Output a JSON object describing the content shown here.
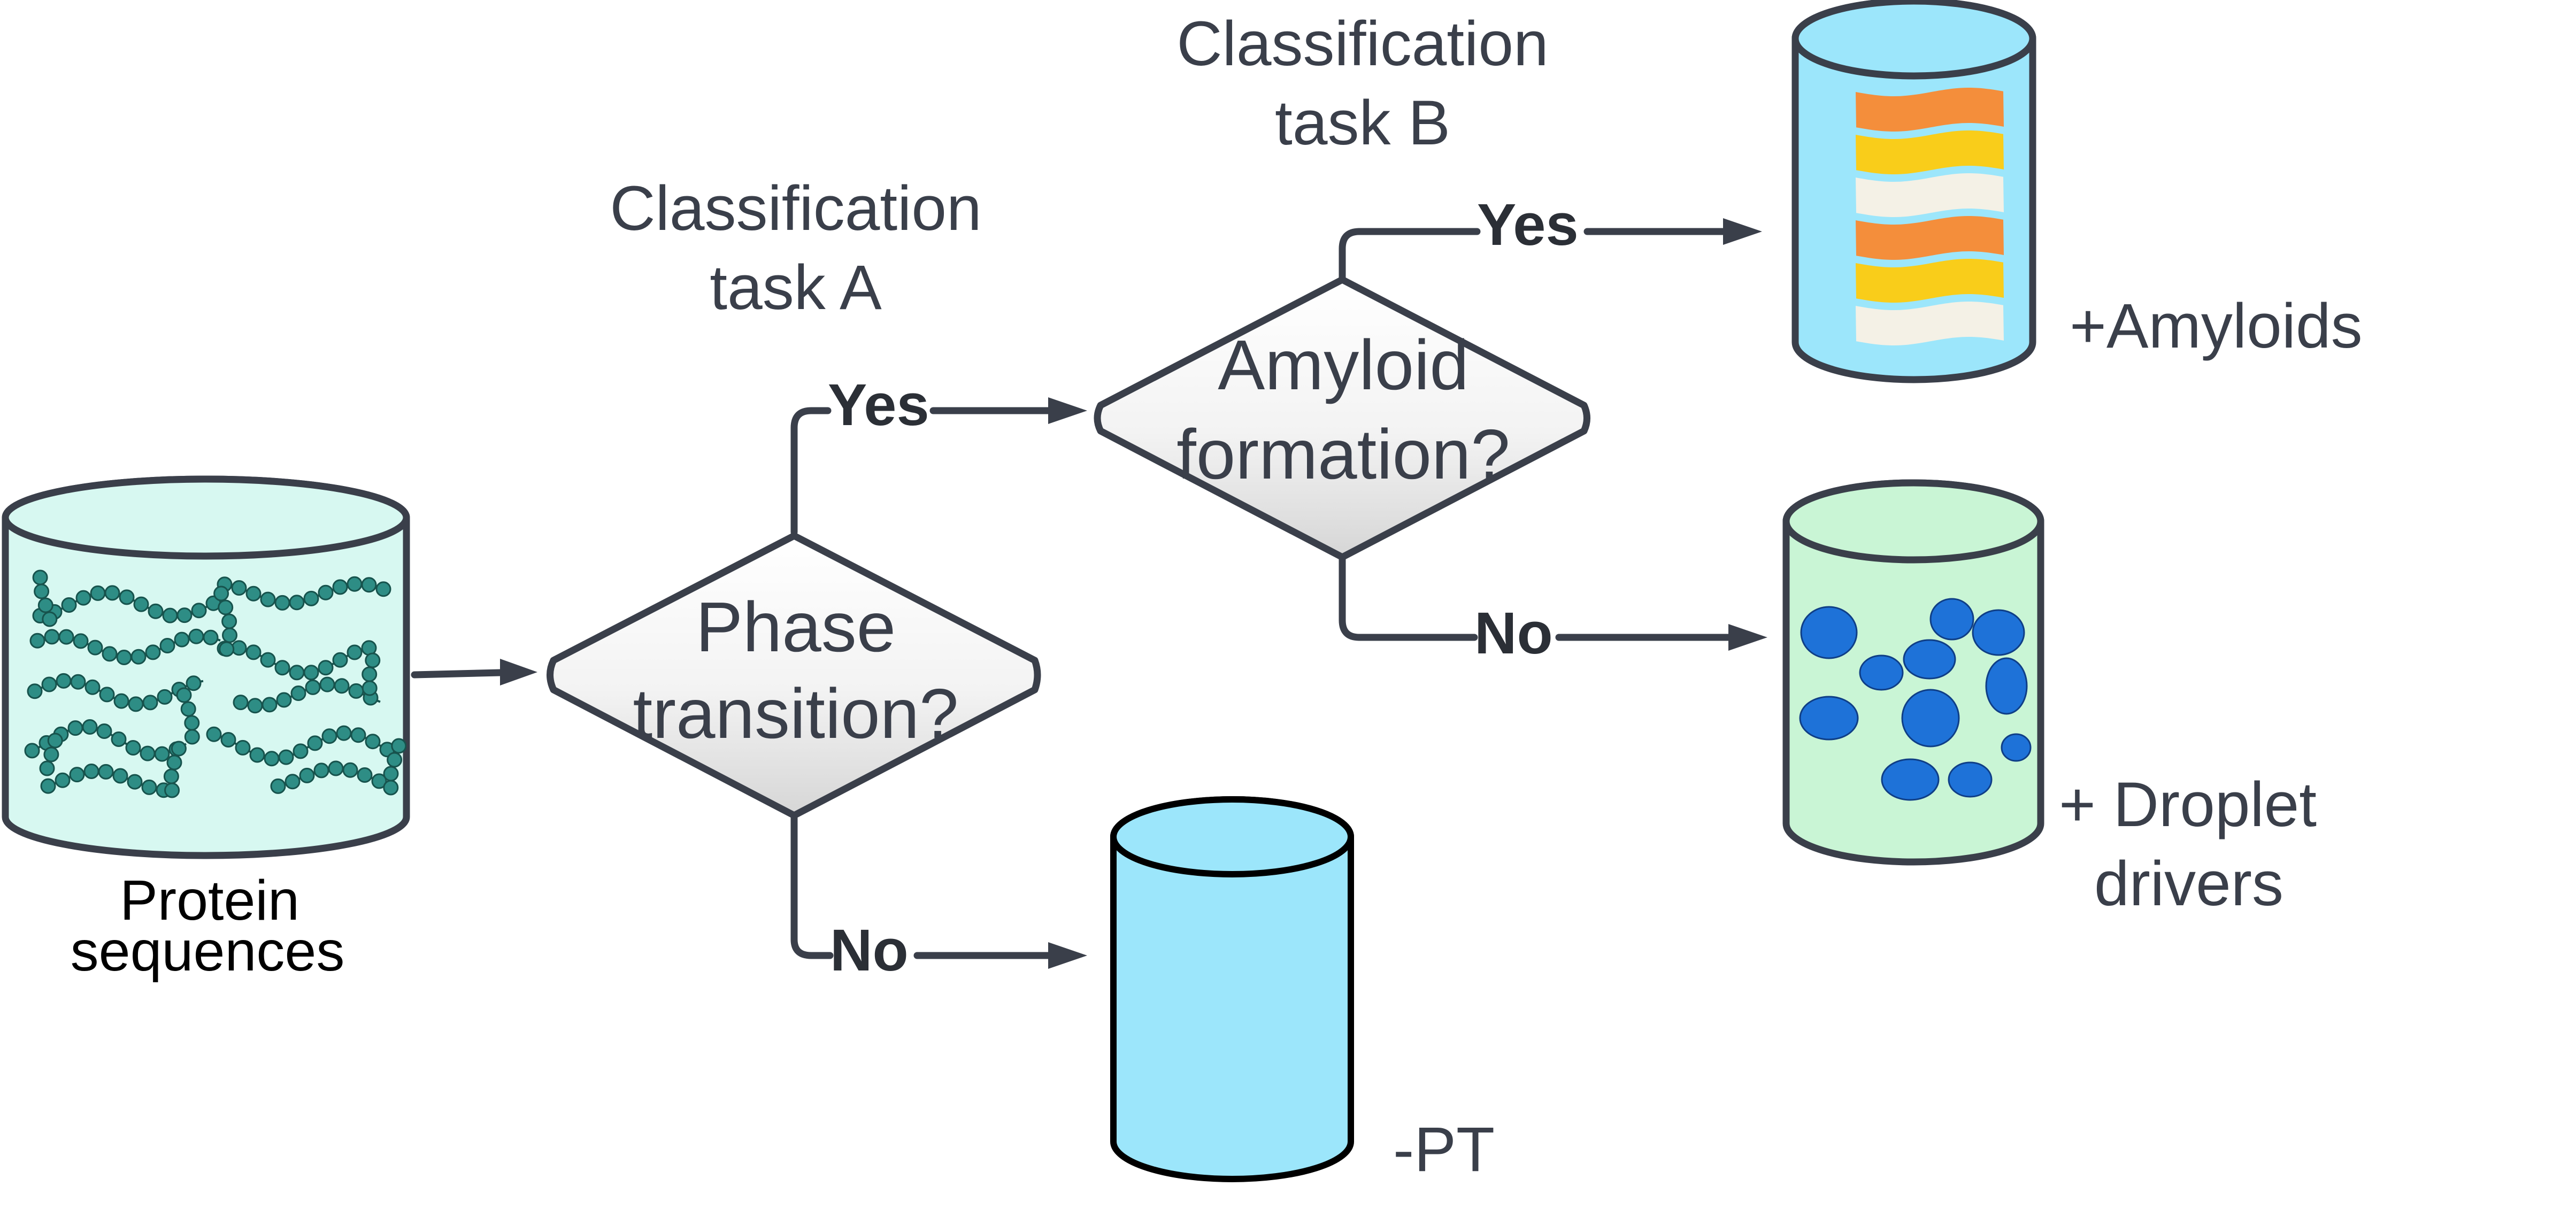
{
  "diagram": {
    "colors": {
      "line": "#3a3f4a",
      "text": "#3a3f4a",
      "cyl_protein": "#d7f8f1",
      "cyl_cyan": "#9ce6fb",
      "cyl_green": "#c9f5d5",
      "bead": "#2e8d85",
      "bead_edge": "#17534d",
      "droplet": "#1e72d8",
      "band_orange": "#f48e3b",
      "band_yellow": "#f9cd1a",
      "band_cream": "#f4f1e6"
    },
    "input": {
      "label_line1": "Protein",
      "label_line2": "sequences",
      "icon": "protein-chain-icon"
    },
    "task_a": {
      "title_line1": "Classification",
      "title_line2": "task A",
      "question_line1": "Phase",
      "question_line2": "transition?",
      "yes_label": "Yes",
      "no_label": "No"
    },
    "task_b": {
      "title_line1": "Classification",
      "title_line2": "task B",
      "question_line1": "Amyloid",
      "question_line2": "formation?",
      "yes_label": "Yes",
      "no_label": "No"
    },
    "outputs": {
      "amyloids": {
        "label": "+Amyloids",
        "icon": "amyloid-fibril-icon"
      },
      "droplets": {
        "label_line1": "+ Droplet",
        "label_line2": "drivers",
        "icon": "droplet-icon"
      },
      "non_pt": {
        "label": "-PT"
      }
    }
  }
}
